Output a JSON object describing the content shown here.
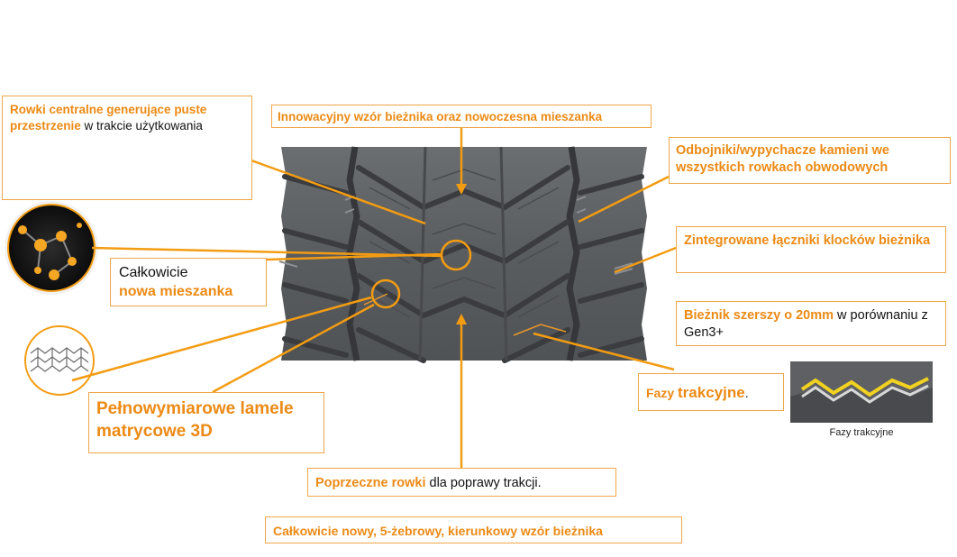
{
  "colors": {
    "accent": "#f39c12",
    "tread": "#5d6063",
    "groove": "#3a3c3f"
  },
  "callouts": {
    "center_grooves": {
      "highlight": "Rowki centralne generujące puste przestrzenie",
      "rest": " w trakcie użytkowania"
    },
    "innovative_pattern": {
      "text": "Innowacyjny wzór bieżnika oraz nowoczesna mieszanka"
    },
    "stone_ejectors": {
      "text": "Odbojniki/wypychacze kamieni we wszystkich rowkach obwodowych"
    },
    "integrated_links": {
      "text": "Zintegrowane łączniki klocków bieżnika"
    },
    "wider_tread": {
      "highlight": "Bieżnik szerszy o 20mm",
      "rest": " w porównaniu z Gen3+"
    },
    "new_compound": {
      "line1": "Całkowicie",
      "line2": "nowa mieszanka"
    },
    "sipes": {
      "text": "Pełnowymiarowe lamele matrycowe 3D"
    },
    "traction_edges": {
      "highlight1": "Fazy ",
      "highlight2": "trakcyjne",
      "rest": "."
    },
    "traction_caption": {
      "text": "Fazy trakcyjne"
    },
    "transverse_grooves": {
      "highlight": "Poprzeczne rowki",
      "rest": " dla poprawy trakcji."
    },
    "rib_pattern": {
      "text": "Całkowicie nowy, 5-żebrowy, kierunkowy wzór bieżnika"
    }
  }
}
